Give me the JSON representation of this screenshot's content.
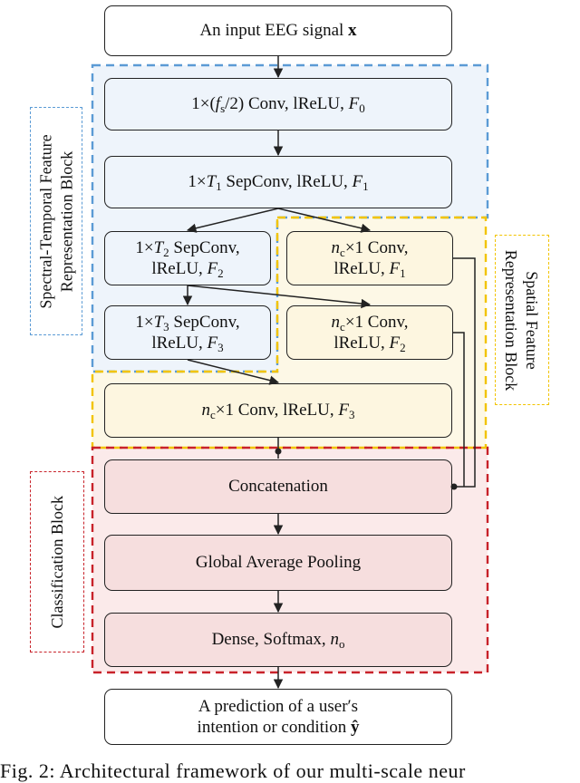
{
  "nodes": {
    "input": "An input EEG signal",
    "input_sym": "x",
    "conv0_prefix": "1×(",
    "conv0_fs": "f",
    "conv0_fs_sub": "s",
    "conv0_mid": "/2)  Conv, lReLU, ",
    "conv0_F": "F",
    "conv0_F_sub": "0",
    "sep1_prefix": "1×",
    "sep1_T": "T",
    "sep1_T_sub": "1",
    "sep1_mid": "  SepConv, lReLU, ",
    "sep1_F": "F",
    "sep1_F_sub": "1",
    "sep2_prefix": "1×",
    "sep2_T": "T",
    "sep2_T_sub": "2",
    "sep2_mid": " SepConv,",
    "sep2_line2": "lReLU, ",
    "sep2_F": "F",
    "sep2_F_sub": "2",
    "sep3_prefix": "1×",
    "sep3_T": "T",
    "sep3_T_sub": "3",
    "sep3_mid": " SepConv,",
    "sep3_line2": "lReLU, ",
    "sep3_F": "F",
    "sep3_F_sub": "3",
    "sp1_n": "n",
    "sp1_n_sub": "c",
    "sp1_mid": "×1 Conv,",
    "sp1_line2": "lReLU, ",
    "sp1_F": "F",
    "sp1_F_sub": "1",
    "sp2_n": "n",
    "sp2_n_sub": "c",
    "sp2_mid": "×1 Conv,",
    "sp2_line2": "lReLU, ",
    "sp2_F": "F",
    "sp2_F_sub": "2",
    "sp3_n": "n",
    "sp3_n_sub": "c",
    "sp3_mid": "×1 Conv, lReLU, ",
    "sp3_F": "F",
    "sp3_F_sub": "3",
    "concat": "Concatenation",
    "gap": "Global Average Pooling",
    "dense_prefix": "Dense, Softmax, ",
    "dense_n": "n",
    "dense_n_sub": "o",
    "pred_line1": "A prediction of a user′s",
    "pred_line2": "intention or condition ",
    "pred_sym": "ŷ"
  },
  "blocks": {
    "spectral_line1": "Spectral-Temporal Feature",
    "spectral_line2": "Representation Block",
    "spatial_line1": "Spatial Feature",
    "spatial_line2": "Representation Block",
    "classification": "Classification Block"
  },
  "colors": {
    "spectral_border": "#5b9bd5",
    "spatial_border": "#f2c400",
    "classification_border": "#c8222a"
  },
  "caption": "Fig. 2: Architectural framework of our multi-scale neur"
}
